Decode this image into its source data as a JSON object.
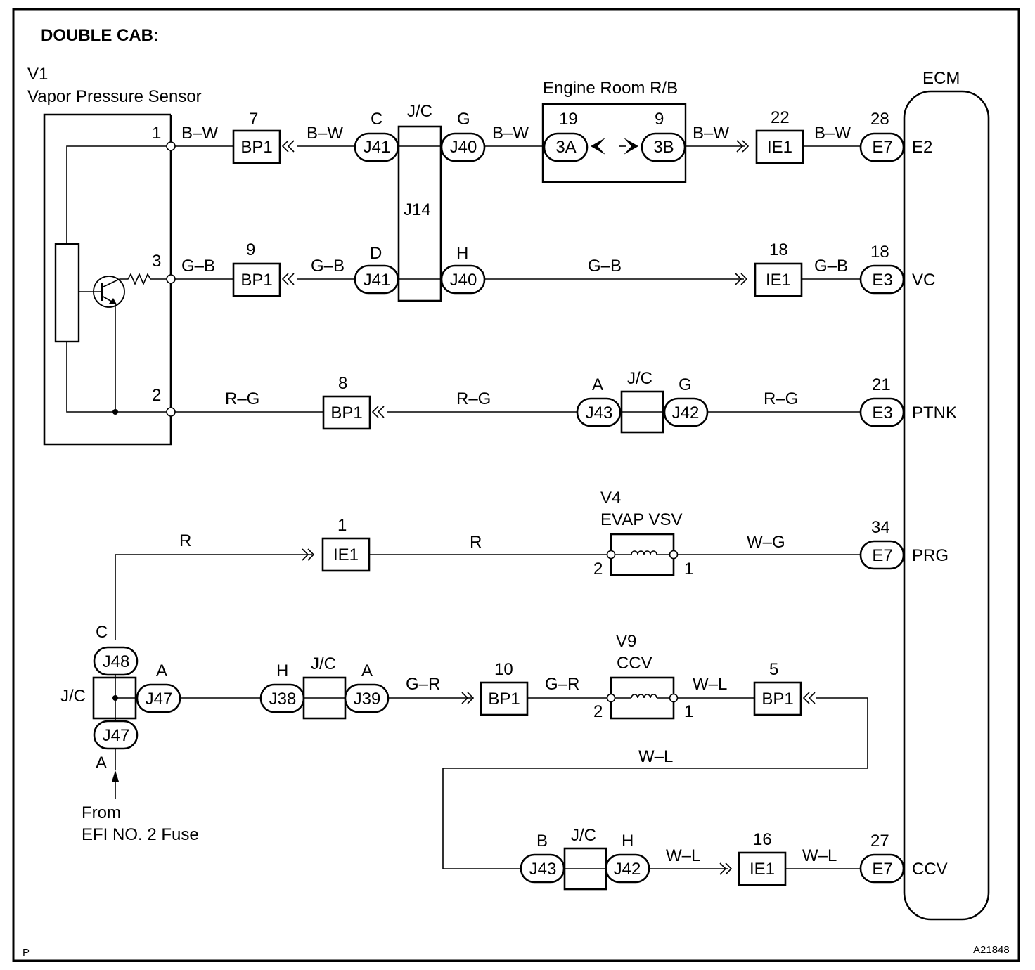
{
  "title": "DOUBLE CAB:",
  "corner_left": "P",
  "figure_id": "A21848",
  "sensor": {
    "code": "V1",
    "name": "Vapor Pressure Sensor",
    "pins": [
      "1",
      "3",
      "2"
    ]
  },
  "ecm": {
    "label": "ECM",
    "terminals": [
      {
        "name": "E2",
        "connector": "E7",
        "pin": "28"
      },
      {
        "name": "VC",
        "connector": "E3",
        "pin": "18"
      },
      {
        "name": "PTNK",
        "connector": "E3",
        "pin": "21"
      },
      {
        "name": "PRG",
        "connector": "E7",
        "pin": "34"
      },
      {
        "name": "CCV",
        "connector": "E7",
        "pin": "27"
      }
    ]
  },
  "relay_block": {
    "label": "Engine Room R/B",
    "left": {
      "connector": "3A",
      "pin": "19"
    },
    "right": {
      "connector": "3B",
      "pin": "9"
    }
  },
  "jc_label": "J/C",
  "jc_top_body": "J14",
  "connectors": {
    "bp1": "BP1",
    "ie1": "IE1",
    "j38": "J38",
    "j39": "J39",
    "j40": "J40",
    "j41": "J41",
    "j42": "J42",
    "j43": "J43",
    "j47": "J47",
    "j48": "J48"
  },
  "pins": {
    "bp1_e2": "7",
    "bp1_vc": "9",
    "bp1_ptnk": "8",
    "bp1_ccv_in": "10",
    "bp1_ccv_out": "5",
    "ie1_e2": "22",
    "ie1_vc": "18",
    "ie1_prg": "1",
    "ie1_ccv": "16",
    "jc_c": "C",
    "jc_d": "D",
    "jc_g": "G",
    "jc_h": "H",
    "jc_a": "A",
    "jc_b": "B"
  },
  "wire_colors": {
    "bw": "B–W",
    "gb": "G–B",
    "rg": "R–G",
    "r": "R",
    "wg": "W–G",
    "gr": "G–R",
    "wl": "W–L"
  },
  "evap_vsv": {
    "code": "V4",
    "name": "EVAP VSV",
    "pin_left": "2",
    "pin_right": "1"
  },
  "ccv_valve": {
    "code": "V9",
    "name": "CCV",
    "pin_left": "2",
    "pin_right": "1"
  },
  "source": {
    "line1": "From",
    "line2": "EFI NO. 2 Fuse"
  }
}
